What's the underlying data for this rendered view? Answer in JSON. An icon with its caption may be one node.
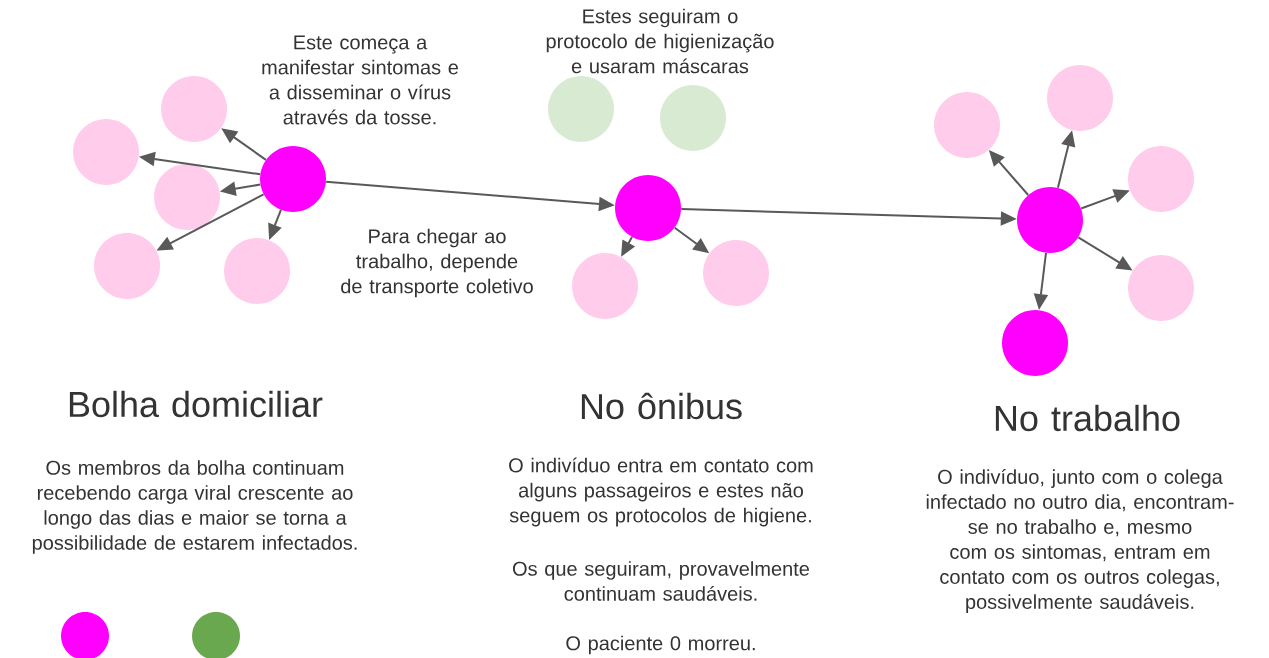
{
  "diagram": {
    "nodes": [
      {
        "text": [],
        "shape": "circle"
      },
      {
        "text": [],
        "shape": "circle"
      },
      {
        "text": [],
        "shape": "circle"
      },
      {
        "text": [],
        "shape": "circle"
      },
      {
        "text": [],
        "shape": "circle"
      },
      {
        "text": [],
        "shape": "circle"
      },
      {
        "text": [],
        "shape": "circle"
      },
      {
        "text": [],
        "shape": "circle"
      },
      {
        "text": [],
        "shape": "circle"
      },
      {
        "text": [],
        "shape": "circle"
      },
      {
        "text": [],
        "shape": "circle"
      },
      {
        "text": [],
        "shape": "circle"
      },
      {
        "text": [],
        "shape": "circle"
      },
      {
        "text": [],
        "shape": "circle"
      },
      {
        "text": [],
        "shape": "circle"
      },
      {
        "text": [],
        "shape": "circle"
      },
      {
        "text": [],
        "shape": "circle"
      },
      {
        "text": [],
        "shape": "circle"
      },
      {
        "text": [],
        "shape": "circle"
      }
    ],
    "edges": [
      {
        "from": 2,
        "to": 1,
        "arrow": "to"
      },
      {
        "from": 2,
        "to": 0,
        "arrow": "to"
      },
      {
        "from": 2,
        "to": 3,
        "arrow": "to"
      },
      {
        "from": 2,
        "to": 4,
        "arrow": "to"
      },
      {
        "from": 2,
        "to": 5,
        "arrow": "to"
      },
      {
        "from": 2,
        "to": 8,
        "arrow": "to"
      },
      {
        "from": 8,
        "to": 9,
        "arrow": "to"
      },
      {
        "from": 8,
        "to": 10,
        "arrow": "to"
      },
      {
        "from": 8,
        "to": 13,
        "arrow": "to"
      },
      {
        "from": 13,
        "to": 11,
        "arrow": "to"
      },
      {
        "from": 13,
        "to": 12,
        "arrow": "to"
      },
      {
        "from": 13,
        "to": 14,
        "arrow": "to"
      },
      {
        "from": 13,
        "to": 15,
        "arrow": "to"
      },
      {
        "from": 13,
        "to": 16,
        "arrow": "to"
      }
    ],
    "labels": [
      "Estes seguiram o protocolo de higienização e usaram máscaras",
      "Este começa a manifestar sintomas e a disseminar o vírus através da tosse.",
      "Para chegar ao trabalho, depende de transporte coletivo",
      "Bolha domiciliar",
      "No ônibus",
      "No trabalho",
      "Os membros da bolha continuam recebendo carga viral crescente ao longo das dias e maior se torna a possibilidade de estarem infectados.",
      "O indivíduo entra em contato com alguns passageiros e estes não seguem os protocolos de higiene.",
      "Os que seguiram, provavelmente continuam saudáveis.",
      "O indivíduo, junto com o colega infectado no outro dia, encontram-se no trabalho e, mesmo com os sintomas, entram em contato com os outros colegas, possivelmente saudáveis.",
      "O paciente 0 morreu."
    ]
  }
}
